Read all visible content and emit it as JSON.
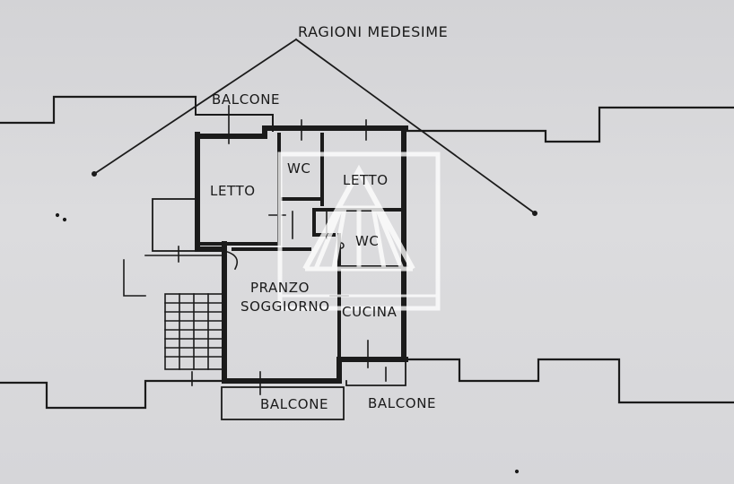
{
  "plan": {
    "title": "RAGIONI MEDESIME",
    "rooms": {
      "balcone_top": "BALCONE",
      "letto_left": "LETTO",
      "wc_top": "WC",
      "letto_right": "LETTO",
      "wc_mid": "WC",
      "pranzo": "PRANZO",
      "soggiorno": "SOGGIORNO",
      "cucina": "CUCINA",
      "balcone_bottom_left": "BALCONE",
      "balcone_bottom_right": "BALCONE"
    }
  },
  "colors": {
    "paper": "#d8d8db",
    "ink": "#1a1a1a",
    "watermark": "#ffffff"
  },
  "icons": {
    "watermark": "house-perspective-logo"
  }
}
